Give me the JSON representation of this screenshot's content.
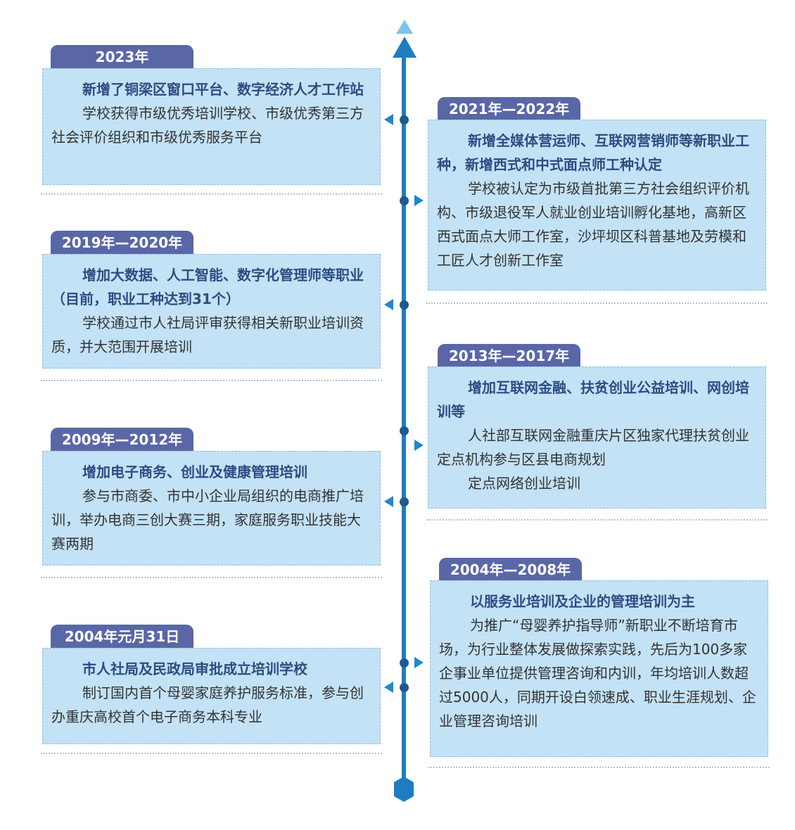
{
  "colors": {
    "axis": "#1f7cc1",
    "tab": "#5a67a6",
    "card": "#c3e2f6",
    "heading": "#2b4d82"
  },
  "left": [
    {
      "year": "2023年",
      "heading": "新增了铜梁区窗口平台、数字经济人才工作站",
      "body": [
        "学校获得市级优秀培训学校、市级优秀第三方社会评价组织和市级优秀服务平台"
      ]
    },
    {
      "year": "2019年—2020年",
      "heading": "增加大数据、人工智能、数字化管理师等职业（目前，职业工种达到31个）",
      "body": [
        "学校通过市人社局评审获得相关新职业培训资质，并大范围开展培训"
      ]
    },
    {
      "year": "2009年—2012年",
      "heading": "增加电子商务、创业及健康管理培训",
      "body": [
        "参与市商委、市中小企业局组织的电商推广培训，举办电商三创大赛三期，家庭服务职业技能大赛两期"
      ]
    },
    {
      "year": "2004年元月31日",
      "heading": "市人社局及民政局审批成立培训学校",
      "body": [
        "制订国内首个母婴家庭养护服务标准，参与创办重庆高校首个电子商务本科专业"
      ]
    }
  ],
  "right": [
    {
      "year": "2021年—2022年",
      "heading": "新增全媒体营运师、互联网营销师等新职业工种，新增西式和中式面点师工种认定",
      "body": [
        "学校被认定为市级首批第三方社会组织评价机构、市级退役军人就业创业培训孵化基地，高新区西式面点大师工作室，沙坪坝区科普基地及劳模和工匠人才创新工作室"
      ]
    },
    {
      "year": "2013年—2017年",
      "heading": "增加互联网金融、扶贫创业公益培训、网创培训等",
      "body": [
        "人社部互联网金融重庆片区独家代理扶贫创业定点机构参与区县电商规划",
        "定点网络创业培训"
      ]
    },
    {
      "year": "2004年—2008年",
      "heading": "以服务业培训及企业的管理培训为主",
      "body": [
        "为推广“母婴养护指导师”新职业不断培育市场，为行业整体发展做探索实践，先后为100多家企事业单位提供管理咨询和内训，年均培训人数超过5000人，同期开设白领速成、职业生涯规划、企业管理咨询培训"
      ]
    }
  ]
}
